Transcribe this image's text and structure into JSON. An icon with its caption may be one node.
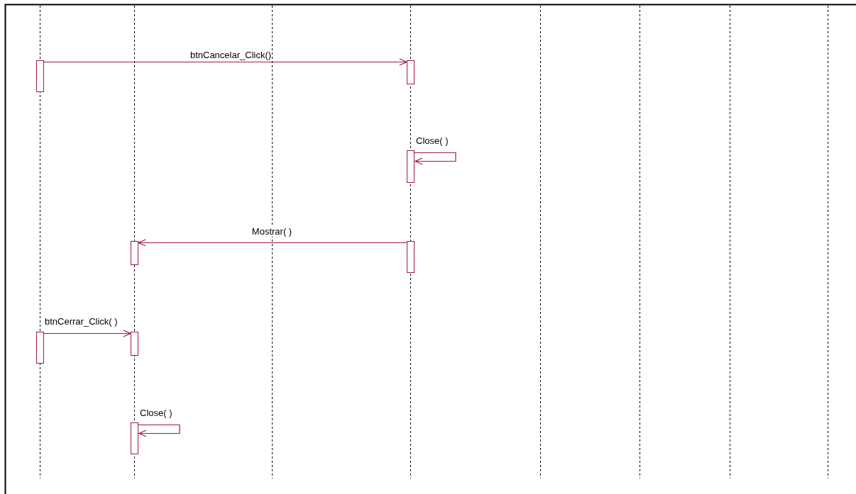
{
  "diagram": {
    "nodes": [
      {
        "text": [],
        "shape": "bar"
      },
      {
        "text": [],
        "shape": "bar"
      },
      {
        "text": [],
        "shape": "bar"
      },
      {
        "text": [],
        "shape": "bar"
      },
      {
        "text": [],
        "shape": "bar"
      },
      {
        "text": [],
        "shape": "bar"
      },
      {
        "text": [],
        "shape": "bar"
      },
      {
        "text": [],
        "shape": "bar"
      }
    ],
    "edges": [
      {
        "from": 0,
        "to": 1,
        "arrow": "to",
        "label": "btnCancelar_Click()"
      },
      {
        "from": 2,
        "to": 2,
        "arrow": "to",
        "label": "Close( )"
      },
      {
        "from": 4,
        "to": 3,
        "arrow": "to",
        "label": "Mostrar( )"
      },
      {
        "from": 5,
        "to": 6,
        "arrow": "to",
        "label": "btnCerrar_Click( )"
      },
      {
        "from": 7,
        "to": 7,
        "arrow": "to",
        "label": "Close( )"
      }
    ]
  }
}
